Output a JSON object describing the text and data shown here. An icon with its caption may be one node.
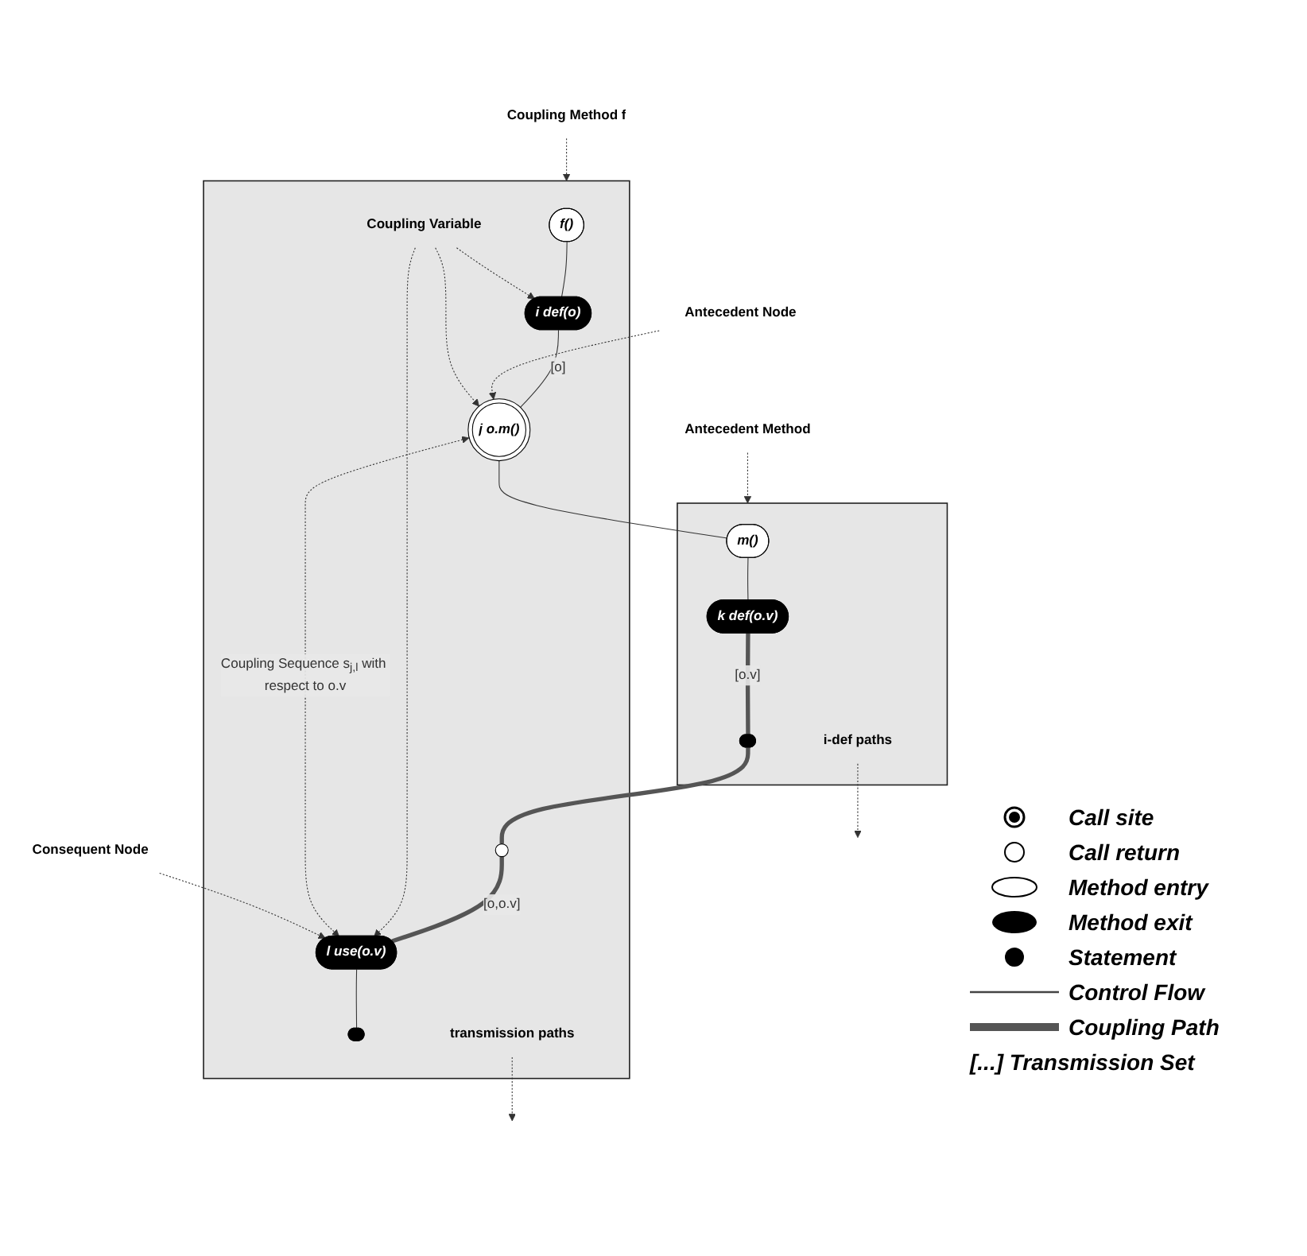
{
  "diagram": {
    "nodes": [
      {
        "text": [
          "Coupling Method f"
        ]
      },
      {
        "text": [],
        "shape": "box"
      },
      {
        "text": [
          "f()"
        ],
        "in": 1
      },
      {
        "text": [
          "i def(o)"
        ],
        "in": 1
      },
      {
        "text": [
          "j o.m()"
        ],
        "in": 1
      },
      {
        "text": [],
        "shape": "circle",
        "in": 1
      },
      {
        "text": [
          "l use(o.v)"
        ],
        "in": 1
      },
      {
        "text": [],
        "shape": "ellipse",
        "in": 1
      },
      {
        "text": [
          "Antecedent Node"
        ]
      },
      {
        "text": [
          "Coupling Variable"
        ],
        "in": 1
      },
      {
        "text": [
          "Antecedent Method"
        ]
      },
      {
        "text": [],
        "shape": "box"
      },
      {
        "text": [
          "m()"
        ],
        "in": 11
      },
      {
        "text": [
          "k def(o.v)"
        ],
        "in": 11
      },
      {
        "text": [],
        "shape": "ellipse",
        "in": 11
      },
      {
        "text": [
          "i-def paths"
        ],
        "in": 11
      },
      {
        "text": [
          "transmission paths"
        ],
        "in": 1
      },
      {
        "text": [
          "Consequent Node"
        ]
      }
    ],
    "edges": [
      {
        "from": 0,
        "to": 1,
        "arrow": "to",
        "style": "dashed"
      },
      {
        "from": 10,
        "to": 11,
        "arrow": "to",
        "style": "dashed"
      },
      {
        "from": 2,
        "to": 3,
        "arrow": "none"
      },
      {
        "from": 3,
        "to": 4,
        "arrow": "none",
        "label": "[o]"
      },
      {
        "from": 4,
        "to": 12,
        "arrow": "none"
      },
      {
        "from": 12,
        "to": 13,
        "arrow": "none"
      },
      {
        "from": 13,
        "to": 14,
        "arrow": "none",
        "label": "[o.v]",
        "style": "thick",
        "color": "#555555"
      },
      {
        "from": 14,
        "to": 5,
        "arrow": "none",
        "style": "thick",
        "color": "#555555"
      },
      {
        "from": 5,
        "to": 6,
        "arrow": "none",
        "label": "[o,o.v]",
        "style": "thick",
        "color": "#555555"
      },
      {
        "from": 6,
        "to": 7,
        "arrow": "none"
      },
      {
        "from": 8,
        "to": 4,
        "arrow": "to",
        "style": "dashed"
      },
      {
        "from": 9,
        "to": 3,
        "arrow": "to",
        "style": "dashed"
      },
      {
        "from": 9,
        "to": 4,
        "arrow": "to",
        "style": "dashed"
      },
      {
        "from": 9,
        "to": 6,
        "arrow": "to",
        "style": "dashed"
      },
      {
        "from": 15,
        "to": null,
        "arrow": "to",
        "style": "dashed"
      },
      {
        "from": 16,
        "to": null,
        "arrow": "to",
        "style": "dashed"
      },
      {
        "from": 4,
        "to": 6,
        "arrow": "both",
        "style": "dashed",
        "label": "Coupling Sequence s$_{j,l}$ with respect to o.v"
      },
      {
        "from": 17,
        "to": 6,
        "arrow": "to",
        "style": "dashed"
      }
    ],
    "legend": [
      {
        "text": "Call site"
      },
      {
        "text": "Call return"
      },
      {
        "text": "Method entry"
      },
      {
        "text": "Method exit"
      },
      {
        "text": "Statement"
      },
      {
        "text": "Control Flow"
      },
      {
        "text": "Coupling Path"
      },
      {
        "text": "[...] Transmission Set"
      }
    ]
  }
}
